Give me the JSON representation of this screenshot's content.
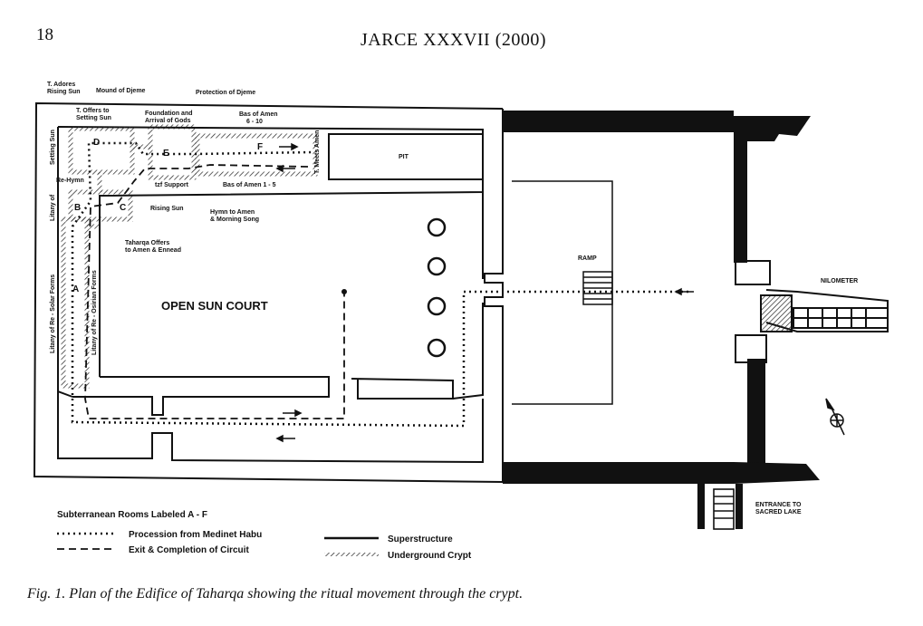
{
  "header": {
    "page_number": "18",
    "journal": "JARCE XXXVII (2000)"
  },
  "plan": {
    "labels": {
      "adores": "T. Adores",
      "rising_sun_top": "Rising Sun",
      "offers_setting": "T. Offers to",
      "setting_sun": "Setting Sun",
      "mound": "Mound of Djeme",
      "foundation": "Foundation and",
      "arrival": "Arrival of Gods",
      "protection": "Protection of Djeme",
      "ba_amen_6_10_a": "Bas of Amen",
      "ba_amen_6_10_b": "6 - 10",
      "t_meets_amen": "T. Meets Amen",
      "tzf_support": "tzf Support",
      "ba_amen_1_5": "Bas of Amen 1 - 5",
      "setting_sun_side": "Setting Sun",
      "litany_of": "Litany of",
      "re_hymn": "Re-Hymn",
      "rising_sun_low": "Rising Sun",
      "hymn_amen": "Hymn to Amen",
      "morning_song": "& Morning Song",
      "taharqa_offers": "Taharqa Offers",
      "to_amen_ennead": "to Amen & Ennead",
      "litany_solar": "Litany of Re - Solar Forms",
      "litany_osiris": "Litany of Re - Osirian Forms",
      "open_sun_court": "OPEN SUN COURT",
      "pit": "PIT",
      "ramp": "RAMP",
      "nilometer": "NILOMETER",
      "entrance_1": "ENTRANCE TO",
      "entrance_2": "SACRED LAKE",
      "room_a": "A",
      "room_b": "B",
      "room_c": "C",
      "room_d": "D",
      "room_e": "E",
      "room_f": "F"
    },
    "legend": {
      "title": "Subterranean Rooms Labeled A - F",
      "procession": "Procession from Medinet Habu",
      "exit": "Exit & Completion of Circuit",
      "superstructure": "Superstructure",
      "crypt": "Underground Crypt"
    }
  },
  "caption": "Fig. 1.  Plan of the Edifice of Taharqa showing the ritual movement through the crypt."
}
